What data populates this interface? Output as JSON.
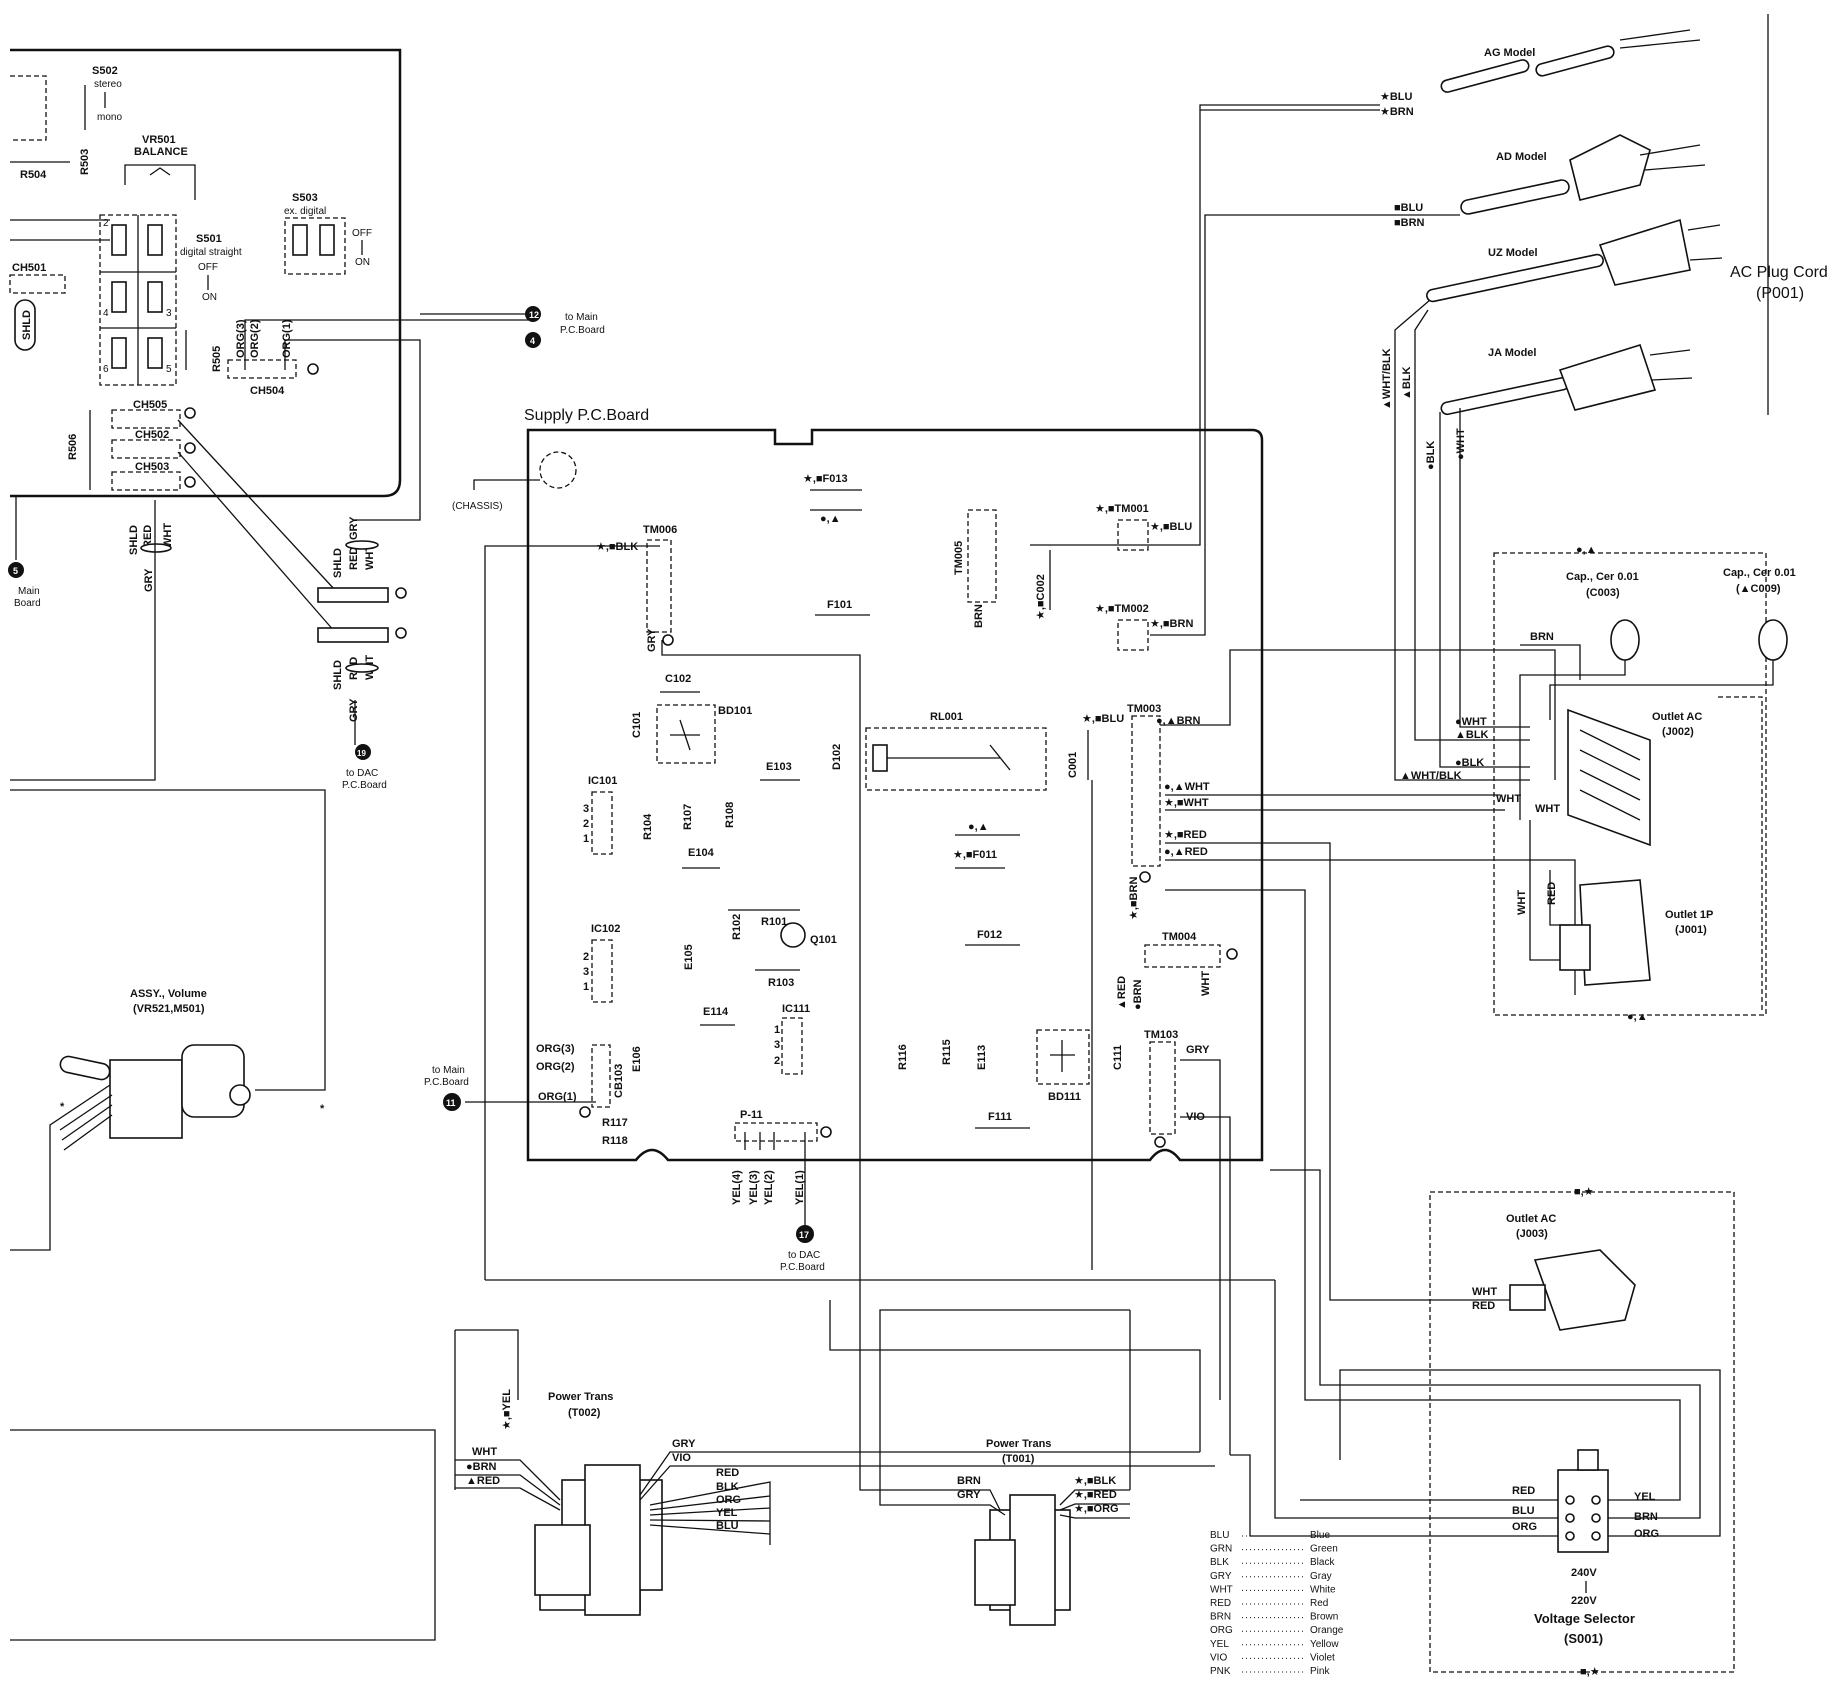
{
  "supply_board": {
    "title": "Supply  P.C.Board",
    "chassis": "(CHASSIS)",
    "tm006": "TM006",
    "tm006_wire": "★,■BLK",
    "tm006_gry": "GRY",
    "f013": "★,■F013",
    "f013_mark": "●,▲",
    "tm005": "TM005",
    "tm005_brn": "BRN",
    "f101": "F101",
    "c002": "★,■C002",
    "tm001": "★,■TM001",
    "tm001_wire": "★,■BLU",
    "tm002": "★,■TM002",
    "tm002_wire": "★,■BRN",
    "c102": "C102",
    "bd101": "BD101",
    "c101": "C101",
    "ic101": "IC101",
    "ic101_pins": [
      "3",
      "2",
      "1"
    ],
    "e103": "E103",
    "r104": "R104",
    "r107": "R107",
    "r108": "R108",
    "d102": "D102",
    "rl001": "RL001",
    "c001": "C001",
    "tm003": "TM003",
    "tm003_wires": [
      "★,■BLU",
      "●,▲BRN",
      "●,▲WHT",
      "★,■WHT",
      "★,■RED",
      "●,▲RED"
    ],
    "e104": "E104",
    "f011_mark": "●,▲",
    "f011": "★,■F011",
    "r102": "R102",
    "r101": "R101",
    "q101": "Q101",
    "ic102": "IC102",
    "ic102_pins": [
      "2",
      "3",
      "1"
    ],
    "e105": "E105",
    "r103": "R103",
    "f012": "F012",
    "tm004": "TM004",
    "tm004_brn": "★,■BRN",
    "tm004_red": "▲RED",
    "tm004_brn2": "●BRN",
    "tm004_wht": "WHT",
    "e114": "E114",
    "ic111": "IC111",
    "ic111_pins": [
      "1",
      "3",
      "2"
    ],
    "orgs": [
      "ORG(3)",
      "ORG(2)",
      "ORG(1)"
    ],
    "cb103": "CB103",
    "e106": "E106",
    "r116": "R116",
    "r115": "R115",
    "e113": "E113",
    "bd111": "BD111",
    "c111": "C111",
    "tm103": "TM103",
    "tm103_gry": "GRY",
    "tm103_vio": "VIO",
    "r117": "R117",
    "r118": "R118",
    "p11": "P-11",
    "f111": "F111",
    "yels": [
      "YEL(4)",
      "YEL(3)",
      "YEL(2)",
      "YEL(1)"
    ]
  },
  "left_board": {
    "s502": "S502",
    "s502_stereo": "stereo",
    "s502_mono": "mono",
    "vr501": "VR501",
    "vr501_balance": "BALANCE",
    "r503": "R503",
    "r504": "R504",
    "s503": "S503",
    "s503_mode": "ex. digital",
    "s503_off": "OFF",
    "s503_on": "ON",
    "s501": "S501",
    "s501_mode": "digital straight",
    "s501_off": "OFF",
    "s501_on": "ON",
    "s501_pins": [
      "2",
      "4",
      "3",
      "6",
      "5"
    ],
    "ch501": "CH501",
    "shld": "SHLD",
    "r505": "R505",
    "ch504": "CH504",
    "ch504_wires": [
      "ORG(3)",
      "ORG(2)",
      "ORG(1)"
    ],
    "ch505": "CH505",
    "ch502": "CH502",
    "ch503": "CH503",
    "r506": "R506",
    "shld_red_wht": [
      "SHLD",
      "RED",
      "WHT"
    ],
    "gry": "GRY"
  },
  "connectors": {
    "to_main_12_num": "12",
    "to_main_12": [
      "to Main",
      "P.C.Board"
    ],
    "to_main_4_num": "4",
    "to_main_5_num": "5",
    "to_main_5": [
      "Main",
      "Board"
    ],
    "to_dac_19_num": "19",
    "to_dac_19": [
      "to DAC",
      "P.C.Board"
    ],
    "to_main_11_num": "11",
    "to_main_11": [
      "to Main",
      "P.C.Board"
    ],
    "to_dac_17_num": "17",
    "to_dac_17": [
      "to DAC",
      "P.C.Board"
    ],
    "cable_wires_a": [
      "SHLD",
      "RED",
      "WHT",
      "GRY"
    ],
    "cable_wires_b": [
      "SHLD",
      "RED",
      "WHT",
      "GRY"
    ]
  },
  "volume_assy": {
    "title": "ASSY., Volume",
    "parts": "(VR521,M501)",
    "star": "*"
  },
  "ac_cords": {
    "ag": "AG Model",
    "ag_wires": [
      "★BLU",
      "★BRN"
    ],
    "ad": "AD Model",
    "ad_wires": [
      "■BLU",
      "■BRN"
    ],
    "uz": "UZ Model",
    "uz_wires": [
      "▲WHT/BLK",
      "▲BLK"
    ],
    "ja": "JA Model",
    "ja_wires": [
      "●BLK",
      "●WHT"
    ],
    "plug_title": "AC Plug Cord",
    "plug_id": "(P001)"
  },
  "outlets": {
    "group_mark": "●,▲",
    "cap_c003": "Cap., Cer 0.01",
    "cap_c003_id": "(C003)",
    "cap_c009": "Cap., Cer 0.01",
    "cap_c009_id": "(▲C009)",
    "brn": "BRN",
    "j002_wires": [
      "●WHT",
      "▲BLK",
      "●BLK",
      "▲WHT/BLK"
    ],
    "j002": "Outlet AC",
    "j002_id": "(J002)",
    "j001": "Outlet 1P",
    "j001_id": "(J001)",
    "wht": "WHT",
    "red": "RED",
    "group2_mark": "■,★",
    "j003": "Outlet AC",
    "j003_id": "(J003)",
    "j003_wires": [
      "WHT",
      "RED"
    ]
  },
  "transformers": {
    "t002": "Power Trans",
    "t002_id": "(T002)",
    "t002_primary": [
      "WHT",
      "●BRN",
      "▲RED"
    ],
    "t002_yel": "★,■YEL",
    "t002_secondary": [
      "GRY",
      "VIO",
      "RED",
      "BLK",
      "ORG",
      "YEL",
      "BLU"
    ],
    "t001": "Power Trans",
    "t001_id": "(T001)",
    "t001_primary": [
      "BRN",
      "GRY"
    ],
    "t001_secondary": [
      "★,■BLK",
      "★,■RED",
      "★,■ORG"
    ]
  },
  "selector": {
    "left_wires": [
      "RED",
      "BLU",
      "ORG"
    ],
    "right_wires": [
      "YEL",
      "BRN",
      "ORG"
    ],
    "v240": "240V",
    "v220": "220V",
    "title": "Voltage  Selector",
    "id": "(S001)"
  },
  "legend": [
    {
      "code": "BLU",
      "name": "Blue"
    },
    {
      "code": "GRN",
      "name": "Green"
    },
    {
      "code": "BLK",
      "name": "Black"
    },
    {
      "code": "GRY",
      "name": "Gray"
    },
    {
      "code": "WHT",
      "name": "White"
    },
    {
      "code": "RED",
      "name": "Red"
    },
    {
      "code": "BRN",
      "name": "Brown"
    },
    {
      "code": "ORG",
      "name": "Orange"
    },
    {
      "code": "YEL",
      "name": "Yellow"
    },
    {
      "code": "VIO",
      "name": "Violet"
    },
    {
      "code": "PNK",
      "name": "Pink"
    }
  ]
}
